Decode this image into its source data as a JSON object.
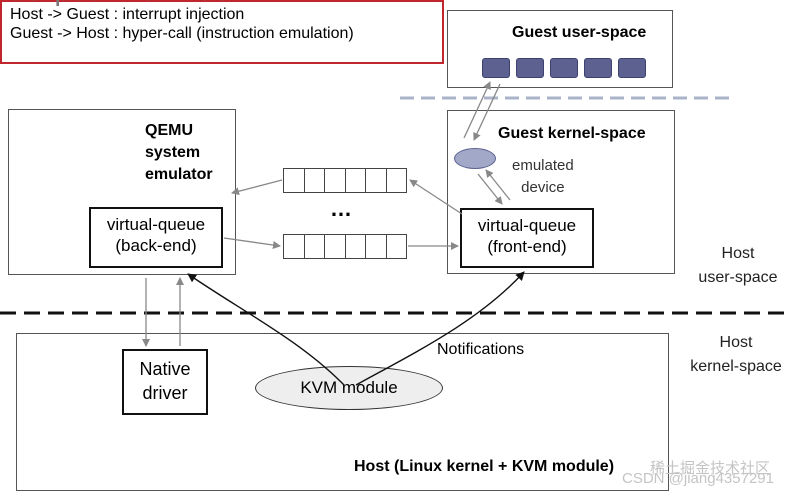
{
  "header": {
    "title_fragment": "I/O path via virtio"
  },
  "legend": {
    "line1": "Host -> Guest : interrupt injection",
    "line2": "Guest -> Host : hyper-call (instruction emulation)"
  },
  "guest_user_space": {
    "title": "Guest user-space"
  },
  "guest_kernel_space": {
    "title": "Guest kernel-space",
    "device_label_1": "emulated",
    "device_label_2": "device",
    "queue_label_1": "virtual-queue",
    "queue_label_2": "(front-end)"
  },
  "qemu": {
    "title_1": "QEMU",
    "title_2": "system",
    "title_3": "emulator",
    "queue_label_1": "virtual-queue",
    "queue_label_2": "(back-end)"
  },
  "middle": {
    "ellipsis": "…"
  },
  "host_labels": {
    "user_space_1": "Host",
    "user_space_2": "user-space",
    "kernel_space_1": "Host",
    "kernel_space_2": "kernel-space"
  },
  "host_kernel": {
    "native_driver_1": "Native",
    "native_driver_2": "driver",
    "notifications": "Notifications",
    "kvm_module": "KVM module",
    "footer": "Host (Linux kernel + KVM module)"
  },
  "watermark": {
    "line1": "稀土掘金技术社区",
    "line2": "CSDN @jiang4357291"
  },
  "colors": {
    "accent_red": "#c0272d",
    "slot_fill": "#5c6190",
    "device_fill": "#a2a8c8",
    "dashed_blue": "#a9b3c9"
  }
}
